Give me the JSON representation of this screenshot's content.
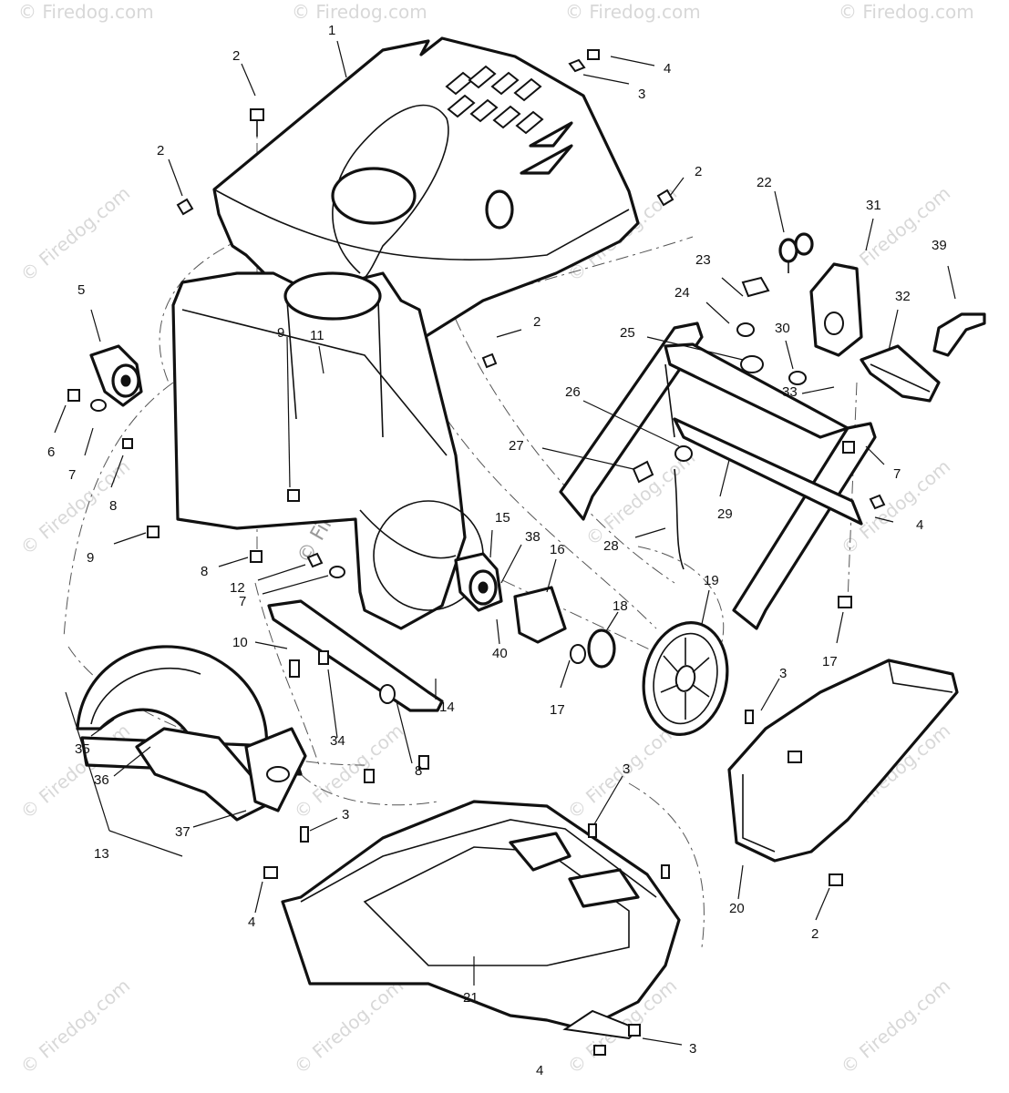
{
  "watermark": "© Firedog.com",
  "callouts": [
    {
      "id": "c1",
      "text": "1"
    },
    {
      "id": "c2a",
      "text": "2"
    },
    {
      "id": "c4a",
      "text": "4"
    },
    {
      "id": "c3a",
      "text": "3"
    },
    {
      "id": "c2b",
      "text": "2"
    },
    {
      "id": "c2c",
      "text": "2"
    },
    {
      "id": "c22",
      "text": "22"
    },
    {
      "id": "c31",
      "text": "31"
    },
    {
      "id": "c39",
      "text": "39"
    },
    {
      "id": "c23",
      "text": "23"
    },
    {
      "id": "c24",
      "text": "24"
    },
    {
      "id": "c32",
      "text": "32"
    },
    {
      "id": "c2d",
      "text": "2"
    },
    {
      "id": "c25",
      "text": "25"
    },
    {
      "id": "c30",
      "text": "30"
    },
    {
      "id": "c5",
      "text": "5"
    },
    {
      "id": "c9a",
      "text": "9"
    },
    {
      "id": "c11",
      "text": "11"
    },
    {
      "id": "c26",
      "text": "26"
    },
    {
      "id": "c33",
      "text": "33"
    },
    {
      "id": "c27",
      "text": "27"
    },
    {
      "id": "c7a",
      "text": "7"
    },
    {
      "id": "c6",
      "text": "6"
    },
    {
      "id": "c7b",
      "text": "7"
    },
    {
      "id": "c8a",
      "text": "8"
    },
    {
      "id": "c29",
      "text": "29"
    },
    {
      "id": "c4b",
      "text": "4"
    },
    {
      "id": "c9b",
      "text": "9"
    },
    {
      "id": "c15",
      "text": "15"
    },
    {
      "id": "c38",
      "text": "38"
    },
    {
      "id": "c16",
      "text": "16"
    },
    {
      "id": "c28",
      "text": "28"
    },
    {
      "id": "c8b",
      "text": "8"
    },
    {
      "id": "c12",
      "text": "12"
    },
    {
      "id": "c7c",
      "text": "7"
    },
    {
      "id": "c18",
      "text": "18"
    },
    {
      "id": "c19",
      "text": "19"
    },
    {
      "id": "c10",
      "text": "10"
    },
    {
      "id": "c40",
      "text": "40"
    },
    {
      "id": "c17a",
      "text": "17"
    },
    {
      "id": "c17b",
      "text": "17"
    },
    {
      "id": "c3b",
      "text": "3"
    },
    {
      "id": "c34",
      "text": "34"
    },
    {
      "id": "c14",
      "text": "14"
    },
    {
      "id": "c35",
      "text": "35"
    },
    {
      "id": "c8c",
      "text": "8"
    },
    {
      "id": "c36",
      "text": "36"
    },
    {
      "id": "c3c",
      "text": "3"
    },
    {
      "id": "c3d",
      "text": "3"
    },
    {
      "id": "c37",
      "text": "37"
    },
    {
      "id": "c13",
      "text": "13"
    },
    {
      "id": "c20",
      "text": "20"
    },
    {
      "id": "c4c",
      "text": "4"
    },
    {
      "id": "c2e",
      "text": "2"
    },
    {
      "id": "c21",
      "text": "21"
    },
    {
      "id": "c3e",
      "text": "3"
    },
    {
      "id": "c4d",
      "text": "4"
    }
  ]
}
